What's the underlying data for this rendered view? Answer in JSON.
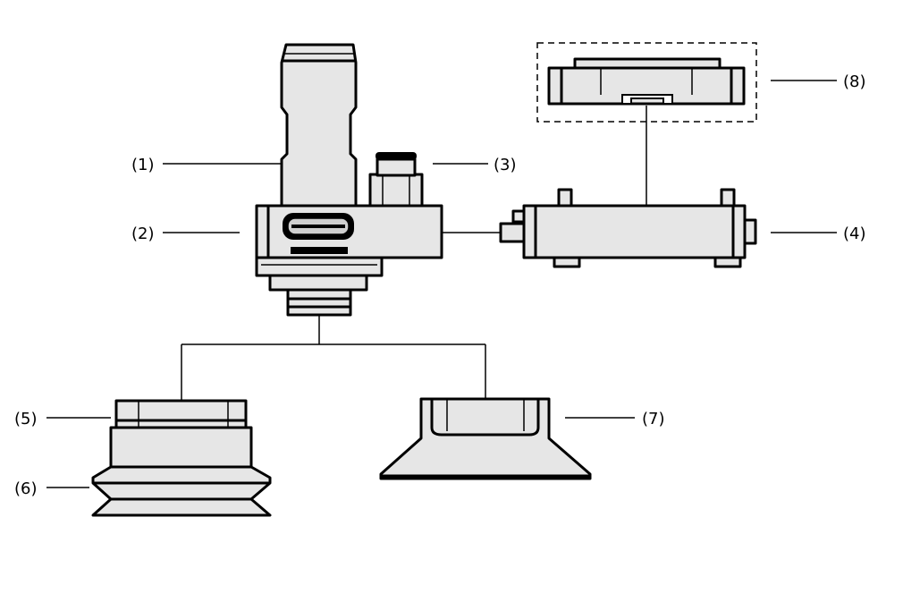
{
  "labels": {
    "l1": "(1)",
    "l2": "(2)",
    "l3": "(3)",
    "l4": "(4)",
    "l5": "(5)",
    "l6": "(6)",
    "l7": "(7)",
    "l8": "(8)"
  },
  "colors": {
    "part_fill": "#e6e6e6",
    "outline": "#000000"
  }
}
